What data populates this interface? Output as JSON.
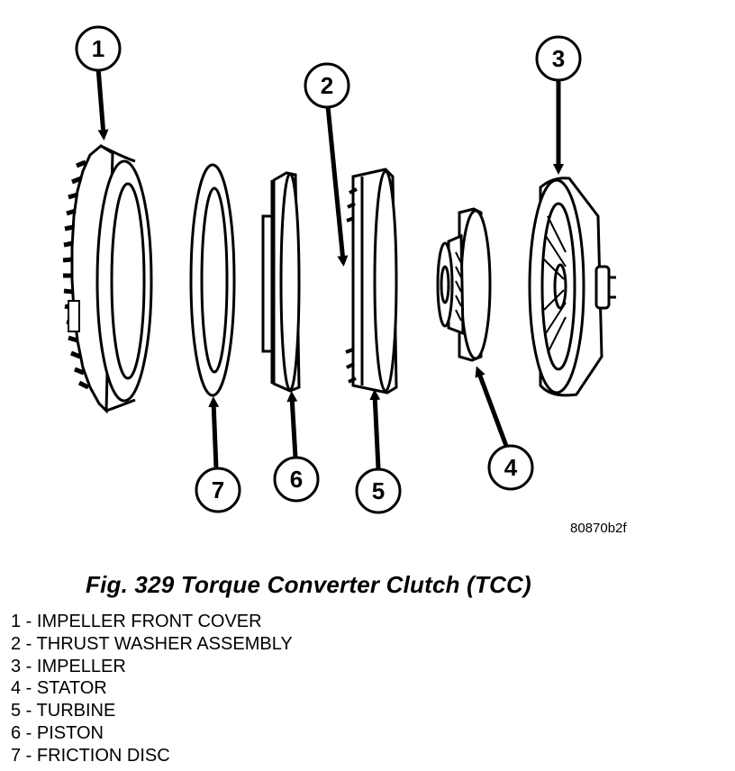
{
  "figure_code": "80870b2f",
  "caption": "Fig. 329 Torque Converter Clutch (TCC)",
  "callouts": [
    "1",
    "2",
    "3",
    "4",
    "5",
    "6",
    "7"
  ],
  "legend": [
    {
      "number": "1",
      "label": "IMPELLER FRONT COVER"
    },
    {
      "number": "2",
      "label": "THRUST WASHER ASSEMBLY"
    },
    {
      "number": "3",
      "label": "IMPELLER"
    },
    {
      "number": "4",
      "label": "STATOR"
    },
    {
      "number": "5",
      "label": "TURBINE"
    },
    {
      "number": "6",
      "label": "PISTON"
    },
    {
      "number": "7",
      "label": "FRICTION DISC"
    }
  ]
}
